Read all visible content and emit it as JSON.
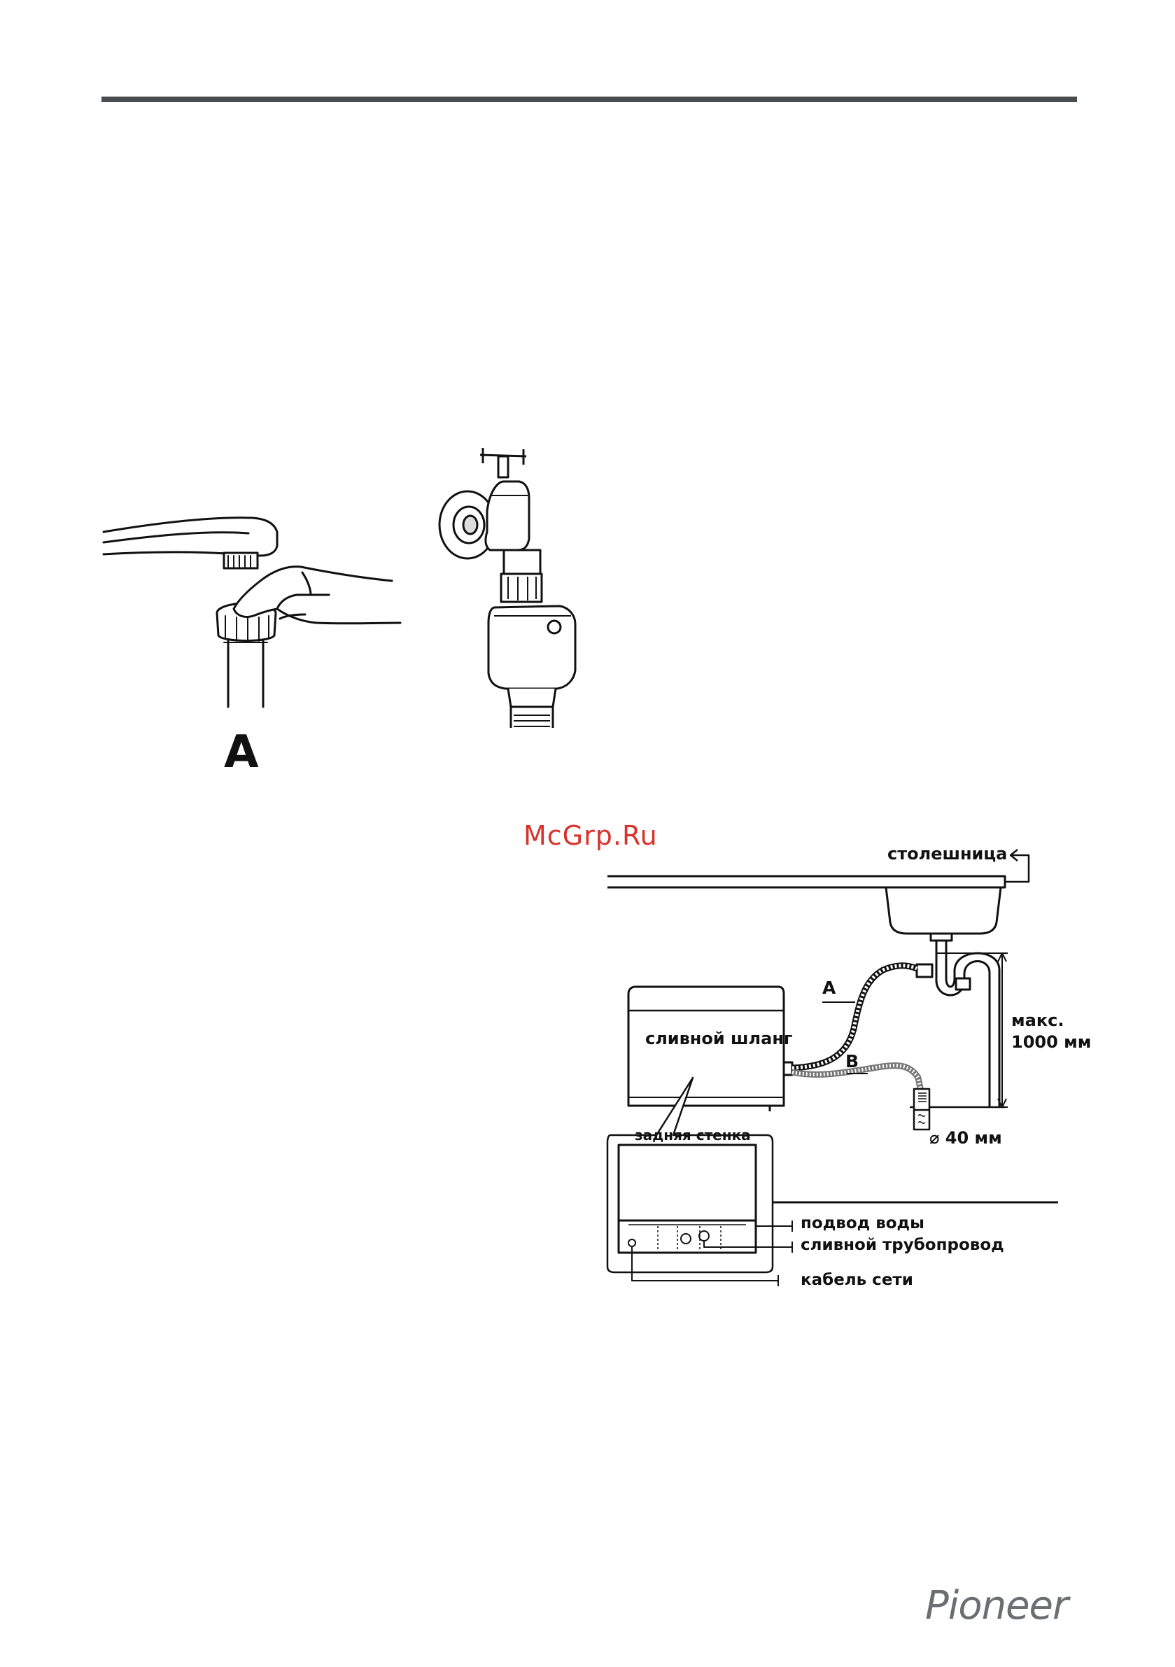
{
  "figure_a": {
    "label": "A"
  },
  "watermark": {
    "text": "McGrp.Ru"
  },
  "diagram": {
    "countertop_label": "столешница",
    "drain_hose_label": "сливной шланг",
    "position_a": "A",
    "position_b": "B",
    "max_height_line1": "макс.",
    "max_height_line2": "1000 мм",
    "diameter_label": "⌀ 40 мм",
    "rear_wall_label": "задняя стенка",
    "water_inlet_label": "подвод воды",
    "drain_pipe_label": "сливной трубопровод",
    "power_cable_label": "кабель сети"
  },
  "brand": {
    "logo_text": "Pioneer"
  },
  "colors": {
    "rule": "#4a4d50",
    "watermark": "#d9322b",
    "logo": "#6b6e72"
  }
}
